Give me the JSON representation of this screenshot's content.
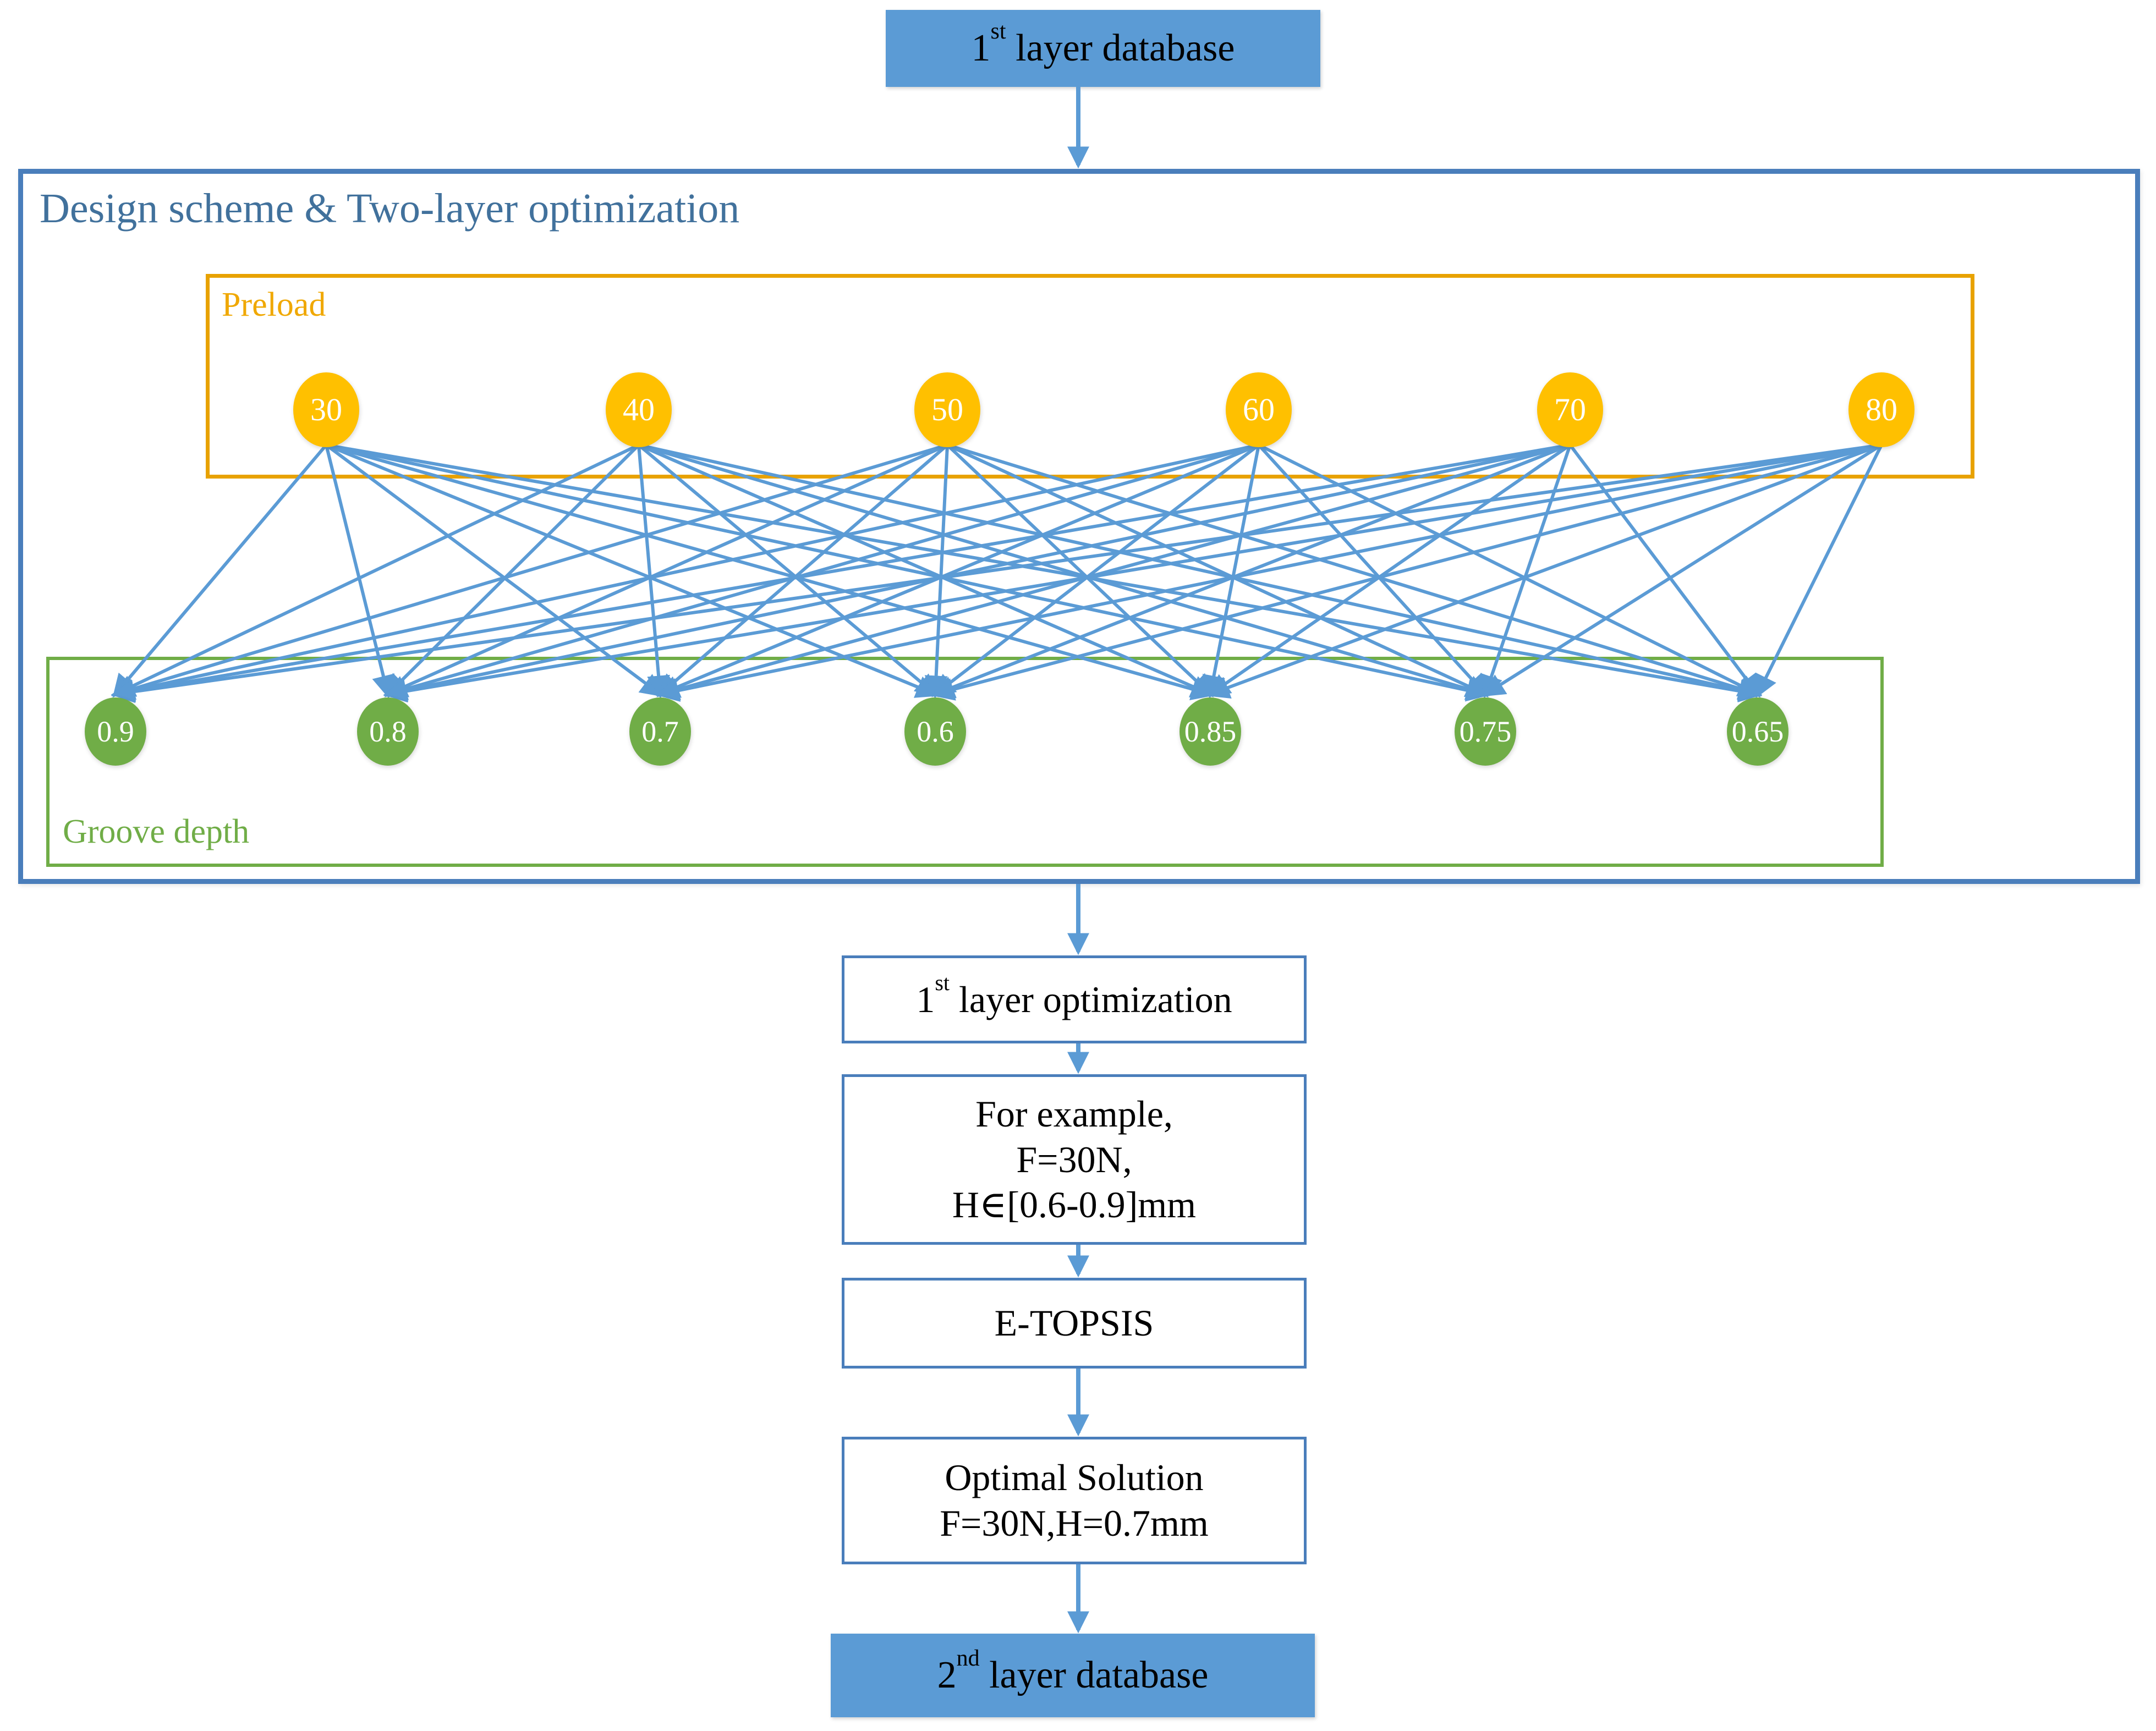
{
  "diagram": {
    "type": "flowchart-with-bipartite-network",
    "top_database": {
      "prefix": "1",
      "sup": "st",
      "rest": " layer database"
    },
    "bottom_database": {
      "prefix": "2",
      "sup": "nd",
      "rest": "  layer database"
    },
    "container_title": "Design scheme & Two-layer optimization",
    "preload_group": {
      "label": "Preload",
      "nodes": [
        {
          "value": "30"
        },
        {
          "value": "40"
        },
        {
          "value": "50"
        },
        {
          "value": "60"
        },
        {
          "value": "70"
        },
        {
          "value": "80"
        }
      ]
    },
    "groove_group": {
      "label": "Groove depth",
      "nodes": [
        {
          "value": "0.9"
        },
        {
          "value": "0.8"
        },
        {
          "value": "0.7"
        },
        {
          "value": "0.6"
        },
        {
          "value": "0.85"
        },
        {
          "value": "0.75"
        },
        {
          "value": "0.65"
        }
      ]
    },
    "flow_steps": [
      {
        "id": "first-layer-optimization",
        "prefix": "1",
        "sup": "st",
        "rest": " layer optimization",
        "lines": []
      },
      {
        "id": "for-example",
        "lines": [
          "For example,",
          "F=30N,",
          "H∈[0.6-0.9]mm"
        ]
      },
      {
        "id": "e-topsis",
        "lines": [
          "E-TOPSIS"
        ]
      },
      {
        "id": "optimal-solution",
        "lines": [
          "Optimal Solution",
          "F=30N,H=0.7mm"
        ]
      }
    ],
    "colors": {
      "database_fill": "#5B9BD5",
      "flow_border": "#4A7EBB",
      "container_border": "#4A7EBB",
      "container_title": "#41719C",
      "preload_border": "#E8A200",
      "preload_label": "#F0A800",
      "preload_node": "#FFC000",
      "groove_border": "#70AD47",
      "groove_label": "#70AD47",
      "groove_node": "#70AD47",
      "edge": "#5B9BD5",
      "arrow": "#5B9BD5"
    }
  }
}
